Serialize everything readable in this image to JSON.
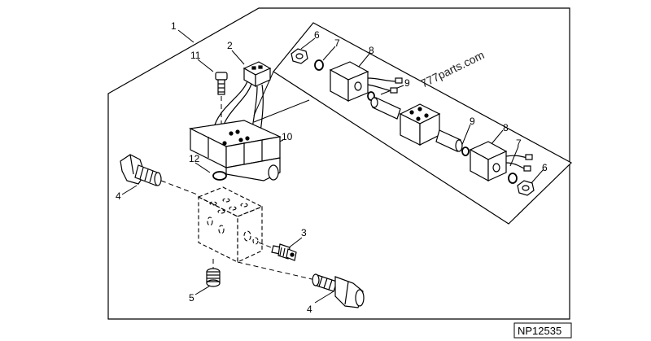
{
  "callouts": {
    "c1": "1",
    "c2": "2",
    "c3": "3",
    "c4a": "4",
    "c4b": "4",
    "c5": "5",
    "c6a": "6",
    "c6b": "6",
    "c7a": "7",
    "c7b": "7",
    "c8a": "8",
    "c8b": "8",
    "c9a": "9",
    "c9b": "9",
    "c10": "10",
    "c11": "11",
    "c12": "12"
  },
  "watermark": "777parts.com",
  "reference_code": "NP12535",
  "colors": {
    "line": "#000000",
    "background": "#ffffff"
  }
}
